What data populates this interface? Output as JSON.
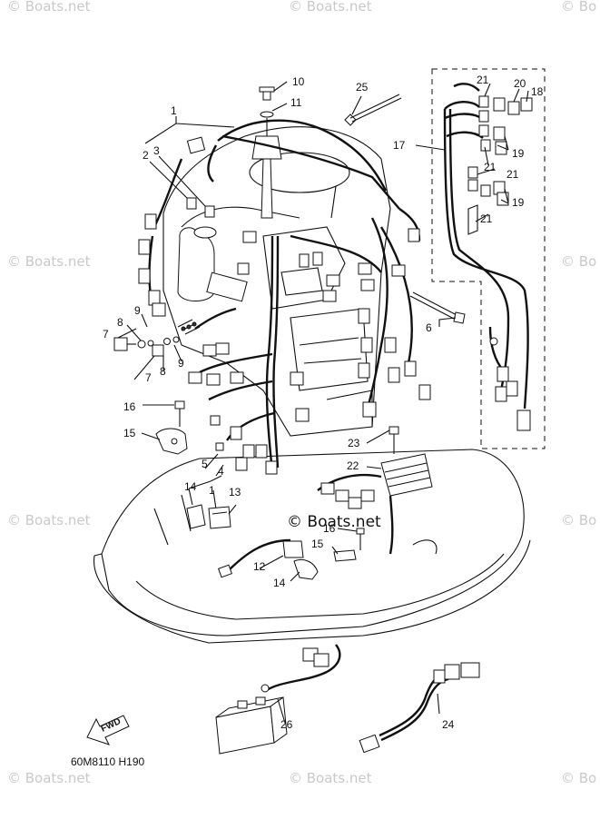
{
  "watermarks": {
    "top_left": "© Boats.net",
    "top_center": "© Boats.net",
    "top_right": "© Bo",
    "mid_left": "© Boats.net",
    "mid_right": "© Bo",
    "low_left": "© Boats.net",
    "low_right": "© Bo",
    "bottom_left": "© Boats.net",
    "bottom_center": "© Boats.net",
    "bottom_right": "© Bo"
  },
  "center_copyright": "© Boats.net",
  "drawing_code": "60M8110 H190",
  "fwd_label": "FWD",
  "callouts": {
    "c1a": "1",
    "c1b": "1",
    "c2": "2",
    "c3": "3",
    "c4": "4",
    "c5": "5",
    "c6": "6",
    "c7a": "7",
    "c7b": "7",
    "c8a": "8",
    "c8b": "8",
    "c9a": "9",
    "c9b": "9",
    "c10": "10",
    "c11": "11",
    "c12": "12",
    "c13": "13",
    "c14a": "14",
    "c14b": "14",
    "c15a": "15",
    "c15b": "15",
    "c16a": "16",
    "c16b": "16",
    "c17": "17",
    "c18": "18",
    "c19a": "19",
    "c19b": "19",
    "c20": "20",
    "c21a": "21",
    "c21b": "21",
    "c21c": "21",
    "c21d": "21",
    "c22": "22",
    "c23": "23",
    "c24": "24",
    "c25": "25",
    "c26": "26"
  }
}
